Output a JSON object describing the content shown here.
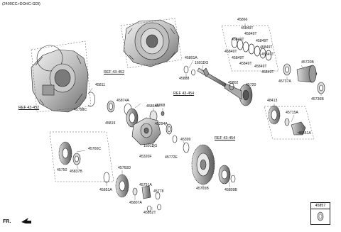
{
  "header": {
    "variant": "(2400CC>DOHC-GDI)"
  },
  "footer": {
    "direction": "FR."
  },
  "refs": {
    "r1": "REF 43-452",
    "r2": "REF 43-452",
    "r3": "REF 43-454",
    "r4": "REF 43-454"
  },
  "parts": {
    "p45866": "45866",
    "p45849T": "45849T",
    "p45801A": "45801A",
    "p1601DG_a": "1601DG",
    "p45888": "45888",
    "p45802": "45802",
    "p45720": "45720",
    "p45720B": "45720B",
    "p45737A": "45737A",
    "p45736B": "45736B",
    "p45811": "45811",
    "p45798C": "45798C",
    "p45874A": "45874A",
    "p45864A": "45864A",
    "p45819": "45819",
    "p45868": "45868",
    "p48413": "48413",
    "p45715A": "45715A",
    "p45851A_r": "45851A",
    "p45294A": "45294A",
    "p1601DG_b": "1601DG",
    "p45320F": "45320F",
    "p45772E": "45772E",
    "p45399": "45399",
    "p45760C": "45760C",
    "p45750": "45750",
    "p45837B": "45837B",
    "p45760D": "45760D",
    "p45851A_l": "45851A",
    "p45751A": "45751A",
    "p45807A": "45807A",
    "p45778": "45778",
    "p45852T": "45852T",
    "p45765B": "45765B",
    "p45809B": "45809B",
    "p45857": "45857"
  },
  "colors": {
    "line": "#222222",
    "fill_light": "#eeeeee",
    "fill_mid": "#cfcfcf",
    "fill_dark": "#8a8a8a"
  }
}
